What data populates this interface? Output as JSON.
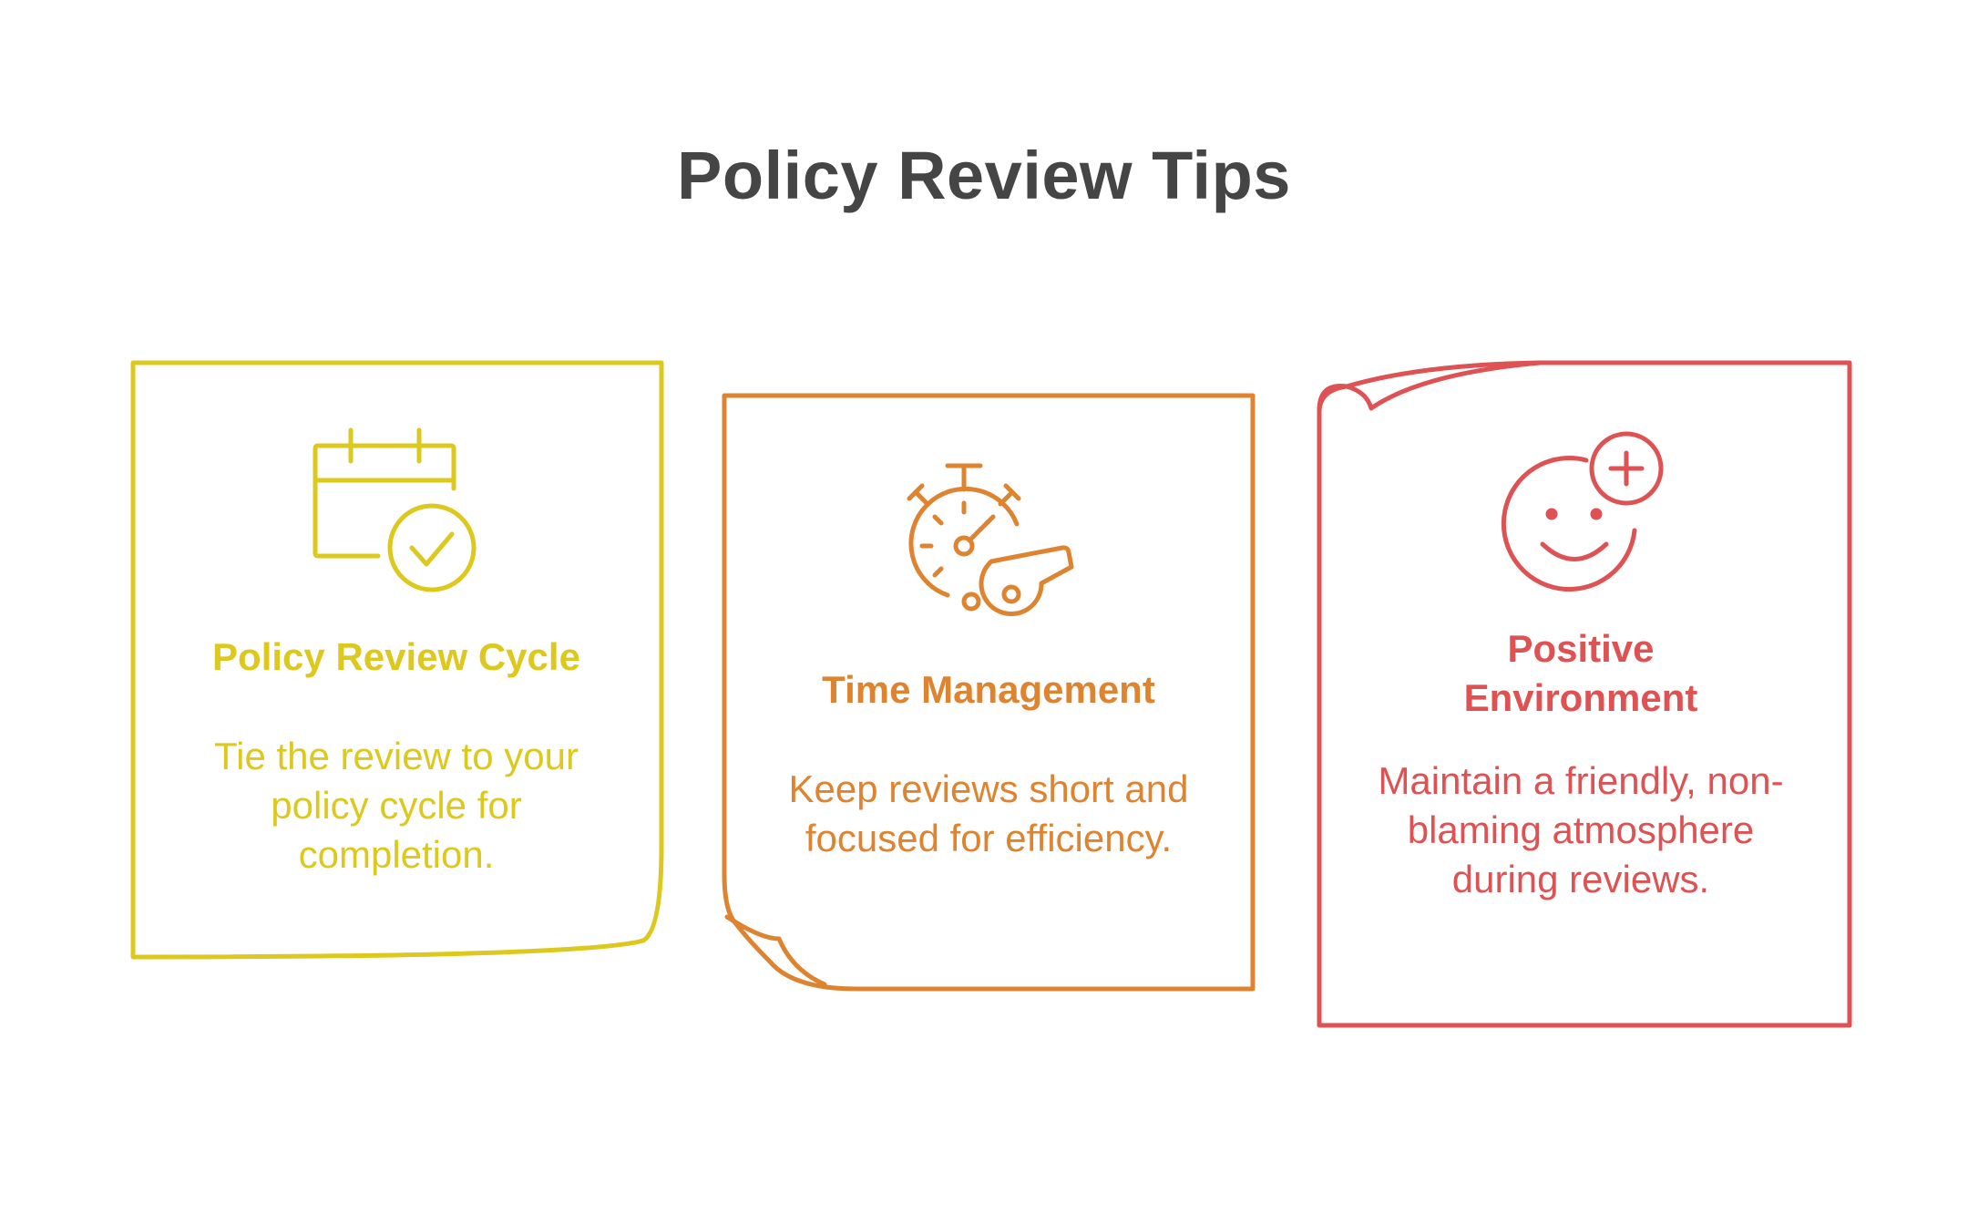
{
  "title": "Policy Review Tips",
  "colors": {
    "title": "#454545",
    "card1": "#DDC81E",
    "card2": "#DE8430",
    "card3": "#DE5253"
  },
  "cards": [
    {
      "icon": "calendar-check-icon",
      "heading": "Policy Review Cycle",
      "body": "Tie the review to your policy cycle for completion."
    },
    {
      "icon": "stopwatch-whistle-icon",
      "heading": "Time Management",
      "body": "Keep reviews short and focused for efficiency."
    },
    {
      "icon": "smiley-plus-icon",
      "heading": "Positive Environment",
      "body": "Maintain a friendly, non-blaming atmosphere during reviews."
    }
  ]
}
